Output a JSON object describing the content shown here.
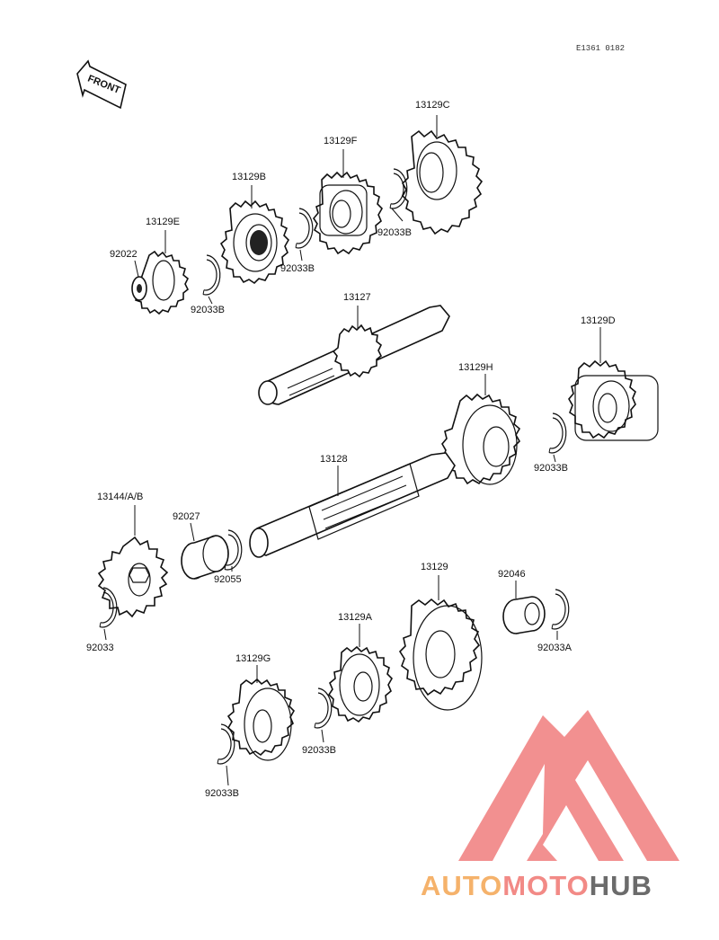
{
  "diagram": {
    "ref_code": "E1361 0182",
    "front_label": "FRONT",
    "parts": [
      {
        "id": "p13129C",
        "label": "13129C"
      },
      {
        "id": "p13129F",
        "label": "13129F"
      },
      {
        "id": "p13129B",
        "label": "13129B"
      },
      {
        "id": "p13129E",
        "label": "13129E"
      },
      {
        "id": "p92022",
        "label": "92022"
      },
      {
        "id": "p92033B_a",
        "label": "92033B"
      },
      {
        "id": "p92033B_b",
        "label": "92033B"
      },
      {
        "id": "p92033B_c",
        "label": "92033B"
      },
      {
        "id": "p13127",
        "label": "13127"
      },
      {
        "id": "p13129D",
        "label": "13129D"
      },
      {
        "id": "p13129H",
        "label": "13129H"
      },
      {
        "id": "p92033B_d",
        "label": "92033B"
      },
      {
        "id": "p13128",
        "label": "13128"
      },
      {
        "id": "p13144",
        "label": "13144/A/B"
      },
      {
        "id": "p92027",
        "label": "92027"
      },
      {
        "id": "p92055",
        "label": "92055"
      },
      {
        "id": "p92033",
        "label": "92033"
      },
      {
        "id": "p13129",
        "label": "13129"
      },
      {
        "id": "p92046",
        "label": "92046"
      },
      {
        "id": "p13129A",
        "label": "13129A"
      },
      {
        "id": "p92033A",
        "label": "92033A"
      },
      {
        "id": "p13129G",
        "label": "13129G"
      },
      {
        "id": "p92033B_e",
        "label": "92033B"
      },
      {
        "id": "p92033B_f",
        "label": "92033B"
      }
    ]
  },
  "watermark": {
    "part1": "AUTO",
    "part2": "MOTO",
    "part3": "HUB",
    "colors": {
      "auto": "#f5b26b",
      "moto": "#f28a86",
      "hub": "#6b6b6b",
      "logo": "#f07c7c"
    }
  }
}
